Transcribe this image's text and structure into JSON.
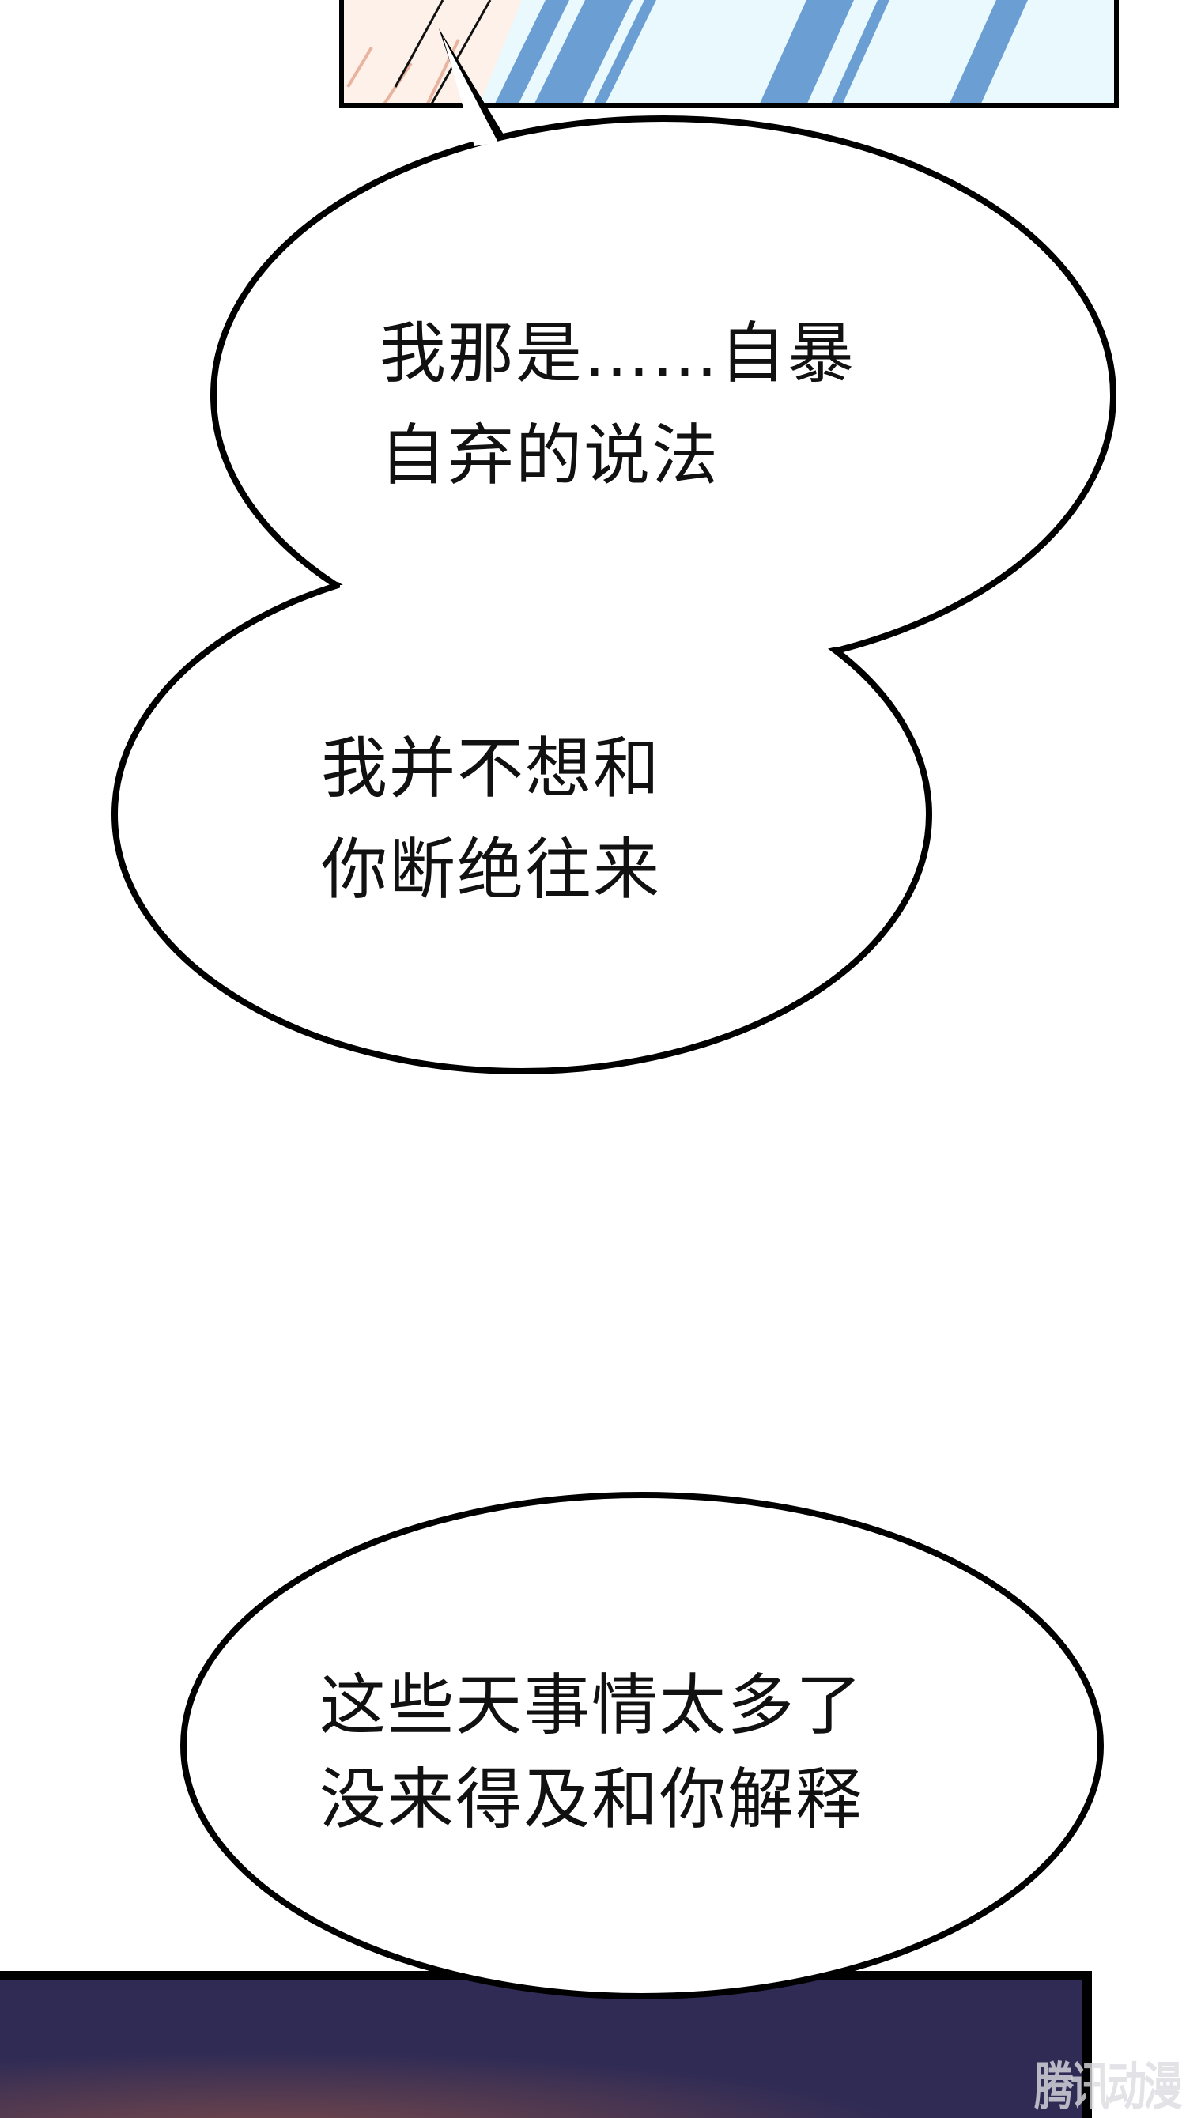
{
  "bubbles": [
    {
      "lines": [
        "我那是……自暴",
        "自弃的说法"
      ]
    },
    {
      "lines": [
        "我并不想和",
        "你断绝往来"
      ]
    },
    {
      "lines": [
        "这些天事情太多了",
        "没来得及和你解释"
      ]
    }
  ],
  "watermark": "腾讯动漫",
  "colors": {
    "skin": "#fdf1ea",
    "stripe_blue": "#6b9fd3",
    "stripe_light": "#eaf9fd",
    "night": "#2f2b55"
  }
}
